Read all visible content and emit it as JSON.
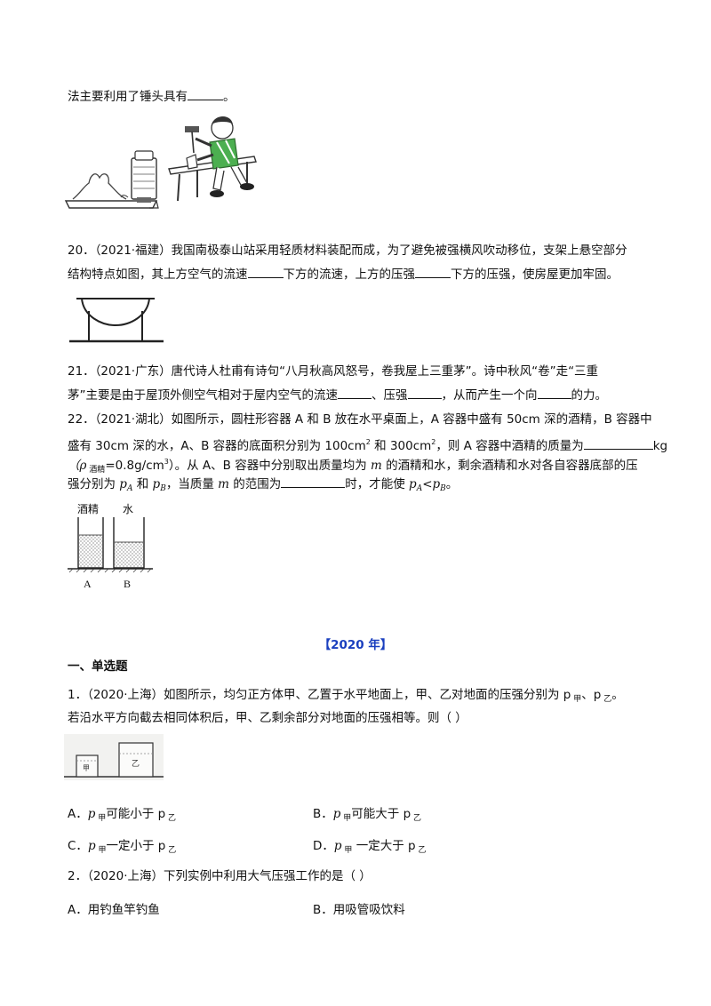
{
  "q19_tail": {
    "text": "法主要利用了锤头具有",
    "end": "。"
  },
  "q20": {
    "number": "20．",
    "source": "（2021·福建）",
    "line1": "我国南极泰山站采用轻质材料装配而成，为了避免被强横风吹动移位，支架上悬空部分",
    "line2_a": "结构特点如图，其上方空气的流速",
    "line2_b": "下方的流速，上方的压强",
    "line2_c": "下方的压强，使房屋更加牢固。"
  },
  "q21": {
    "number": "21．",
    "source": "（2021·广东）",
    "line1": "唐代诗人杜甫有诗句“八月秋高风怒号，卷我屋上三重茅”。诗中秋风“卷”走“三重",
    "line2_a": "茅”主要是由于屋顶外侧空气相对于屋内空气的流速",
    "line2_b": "、压强",
    "line2_c": "，从而产生一个向",
    "line2_d": "的力。"
  },
  "q22": {
    "number": "22．",
    "source": "（2021·湖北）",
    "line1": "如图所示，圆柱形容器 A 和 B 放在水平桌面上，A 容器中盛有 50cm 深的酒精，B 容器中",
    "line2_a": "盛有 30cm 深的水，A、B 容器的底面积分别为 100cm",
    "line2_sup1": "2",
    "line2_b": " 和 300cm",
    "line2_sup2": "2",
    "line2_c": "，则 A 容器中酒精的质量为",
    "line2_d": "kg",
    "line3_a": "（ρ",
    "line3_sub": " 酒精",
    "line3_b": "=0.8g/cm",
    "line3_sup": "3",
    "line3_c": "）。从 A、B 容器中分别取出质量均为 ",
    "line3_m": "m",
    "line3_d": " 的酒精和水，剩余酒精和水对各自容器底部的压",
    "line4_a": "强分别为 ",
    "line4_pA": "p",
    "line4_pA_sub": "A",
    "line4_b": " 和 ",
    "line4_pB": "p",
    "line4_pB_sub": "B",
    "line4_c": "，当质量 ",
    "line4_m": "m",
    "line4_d": " 的范围为",
    "line4_e": "时，才能使 ",
    "line4_cond_a": "p",
    "line4_cond_a_sub": "A",
    "line4_cond_mid": "<",
    "line4_cond_b": "p",
    "line4_cond_b_sub": "B",
    "line4_end": "。",
    "figure": {
      "label_alcohol": "酒精",
      "label_water": "水",
      "label_A": "A",
      "label_B": "B"
    }
  },
  "year_heading": "【2020 年】",
  "section_heading": "一、单选题",
  "q1": {
    "number": "1．",
    "source": "（2020·上海）",
    "line1": "如图所示，均匀正方体甲、乙置于水平地面上，甲、乙对地面的压强分别为 p",
    "sub_jia": " 甲",
    "sep": "、p",
    "sub_yi": " 乙",
    "end": "。",
    "line2": "若沿水平方向截去相同体积后，甲、乙剩余部分对地面的压强相等。则（    ）",
    "figure": {
      "label_jia": "甲",
      "label_yi": "乙"
    },
    "options": {
      "A": {
        "letter": "A．",
        "p1": "p",
        "s1": " 甲",
        "mid": "可能小于 p",
        "s2": " 乙"
      },
      "B": {
        "letter": "B．",
        "p1": "p",
        "s1": " 甲",
        "mid": "可能大于 p",
        "s2": " 乙"
      },
      "C": {
        "letter": "C．",
        "p1": "p",
        "s1": " 甲",
        "mid": "一定小于 p",
        "s2": " 乙"
      },
      "D": {
        "letter": "D．",
        "p1": "p",
        "s1": " 甲",
        "mid": " 一定大于 p",
        "s2": " 乙"
      }
    }
  },
  "q2": {
    "number": "2．",
    "source": "（2020·上海）",
    "line1": "下列实例中利用大气压强工作的是（    ）",
    "options": {
      "A": {
        "letter": "A．",
        "text": "用钓鱼竿钓鱼"
      },
      "B": {
        "letter": "B．",
        "text": "用吸管吸饮料"
      }
    }
  }
}
